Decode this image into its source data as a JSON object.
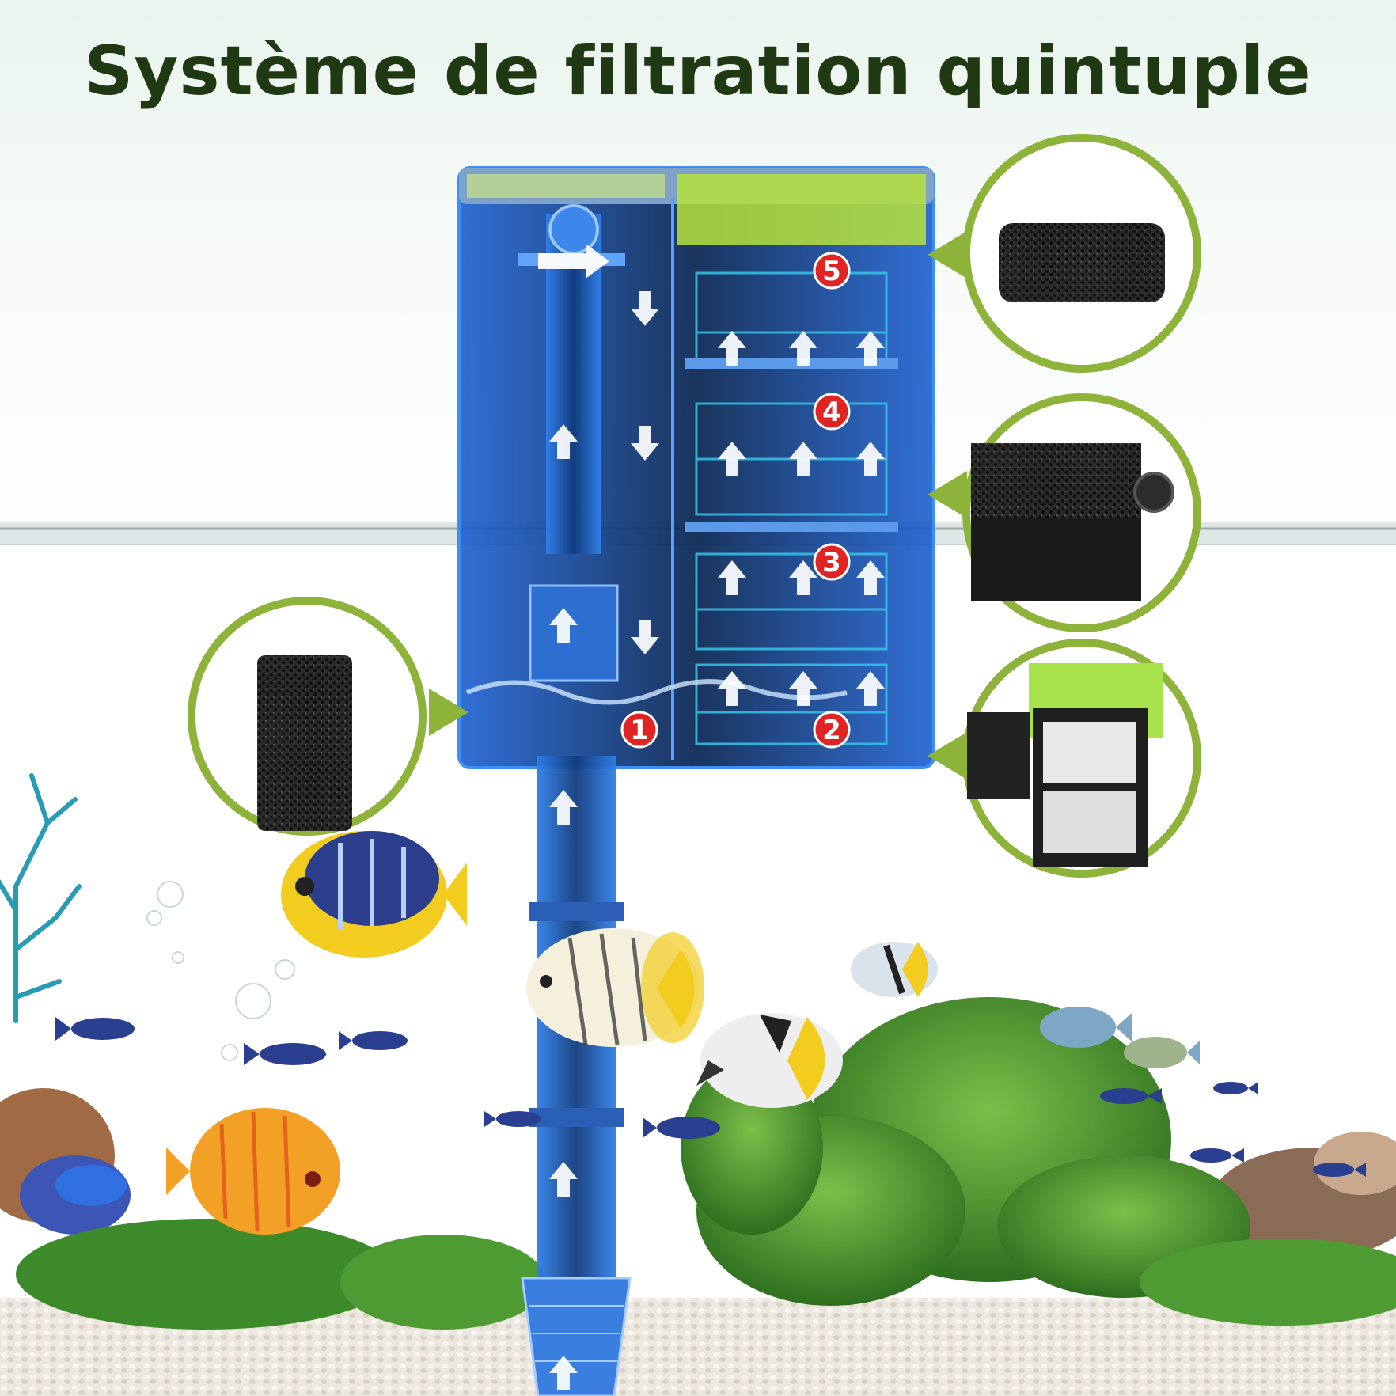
{
  "title": "Système de filtration quintuple",
  "colors": {
    "title_text": "#1f3a12",
    "accent_green": "#8db33a",
    "filter_blue": "#1f6fd6",
    "housing_dark": "#1b2a3d",
    "badge_red": "#e02424",
    "lid_lime": "#b6e23a",
    "gravel": "#e9e6df",
    "plant_green": "#3f8f2a"
  },
  "stages": [
    {
      "number": "1",
      "icon": "stage-badge-icon"
    },
    {
      "number": "2",
      "icon": "stage-badge-icon"
    },
    {
      "number": "3",
      "icon": "stage-badge-icon"
    },
    {
      "number": "4",
      "icon": "stage-badge-icon"
    },
    {
      "number": "5",
      "icon": "stage-badge-icon"
    }
  ],
  "callouts": [
    {
      "id": "top-right",
      "content": "black-foam-sponge"
    },
    {
      "id": "mid-right",
      "content": "filter-cartridge-carbon"
    },
    {
      "id": "bottom-right",
      "content": "filter-cartridge-white"
    },
    {
      "id": "left",
      "content": "black-foam-sponge"
    }
  ],
  "icons": [
    "flow-arrow-icon",
    "fish-icon",
    "coral-icon",
    "plant-icon",
    "bubble-icon"
  ]
}
